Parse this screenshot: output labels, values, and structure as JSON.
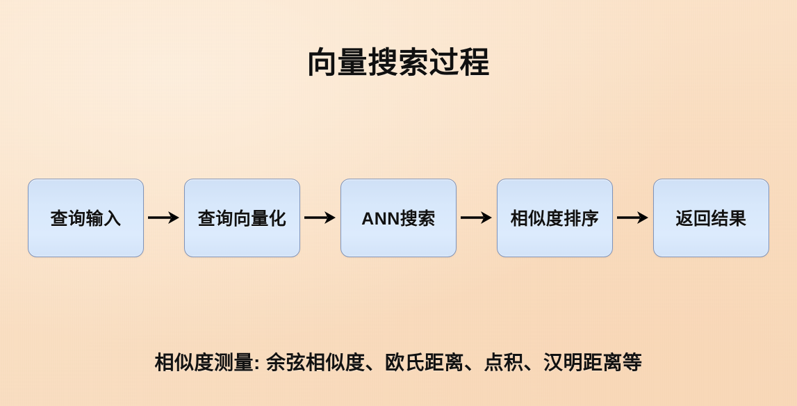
{
  "slide": {
    "title": "向量搜索过程",
    "background_color": "#fbe0c4",
    "caption": "相似度测量: 余弦相似度、欧氏距离、点积、汉明距离等"
  },
  "flow": {
    "node_fill_color": "#d8e8fb",
    "node_border_color": "#7e93ba",
    "arrow_color": "#000000",
    "arrow_icon": "arrow-right-icon",
    "nodes": [
      {
        "label": "查询输入"
      },
      {
        "label": "查询向量化"
      },
      {
        "label": "ANN搜索"
      },
      {
        "label": "相似度排序"
      },
      {
        "label": "返回结果"
      }
    ],
    "arrows": [
      {
        "label": "→"
      },
      {
        "label": "→"
      },
      {
        "label": "→"
      },
      {
        "label": "→"
      }
    ]
  }
}
